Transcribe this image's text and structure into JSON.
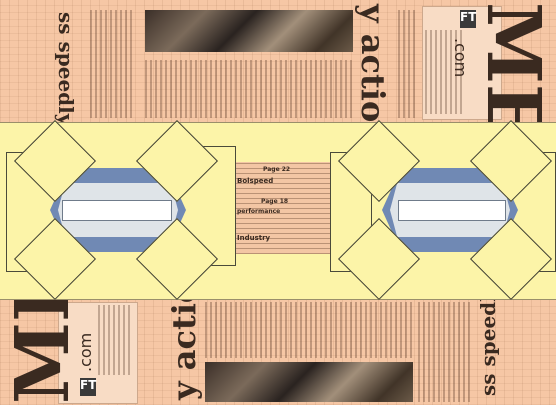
{
  "background": {
    "masthead_fragment": "MES",
    "headline_a": "ss speedly",
    "headline_b": "y action",
    "ft_logo": "FT",
    "ft_domain": ".com"
  },
  "center_clipping": {
    "head_1": "Page 22",
    "head_2": "Bolspeed",
    "head_3": "Page 18",
    "head_4": "performance",
    "head_5": "Industry"
  },
  "colors": {
    "paper": "#f6c7a5",
    "band": "#fcf4a8",
    "ribbon": "#7089b4",
    "ribbon_inner": "#dfe4e8"
  }
}
